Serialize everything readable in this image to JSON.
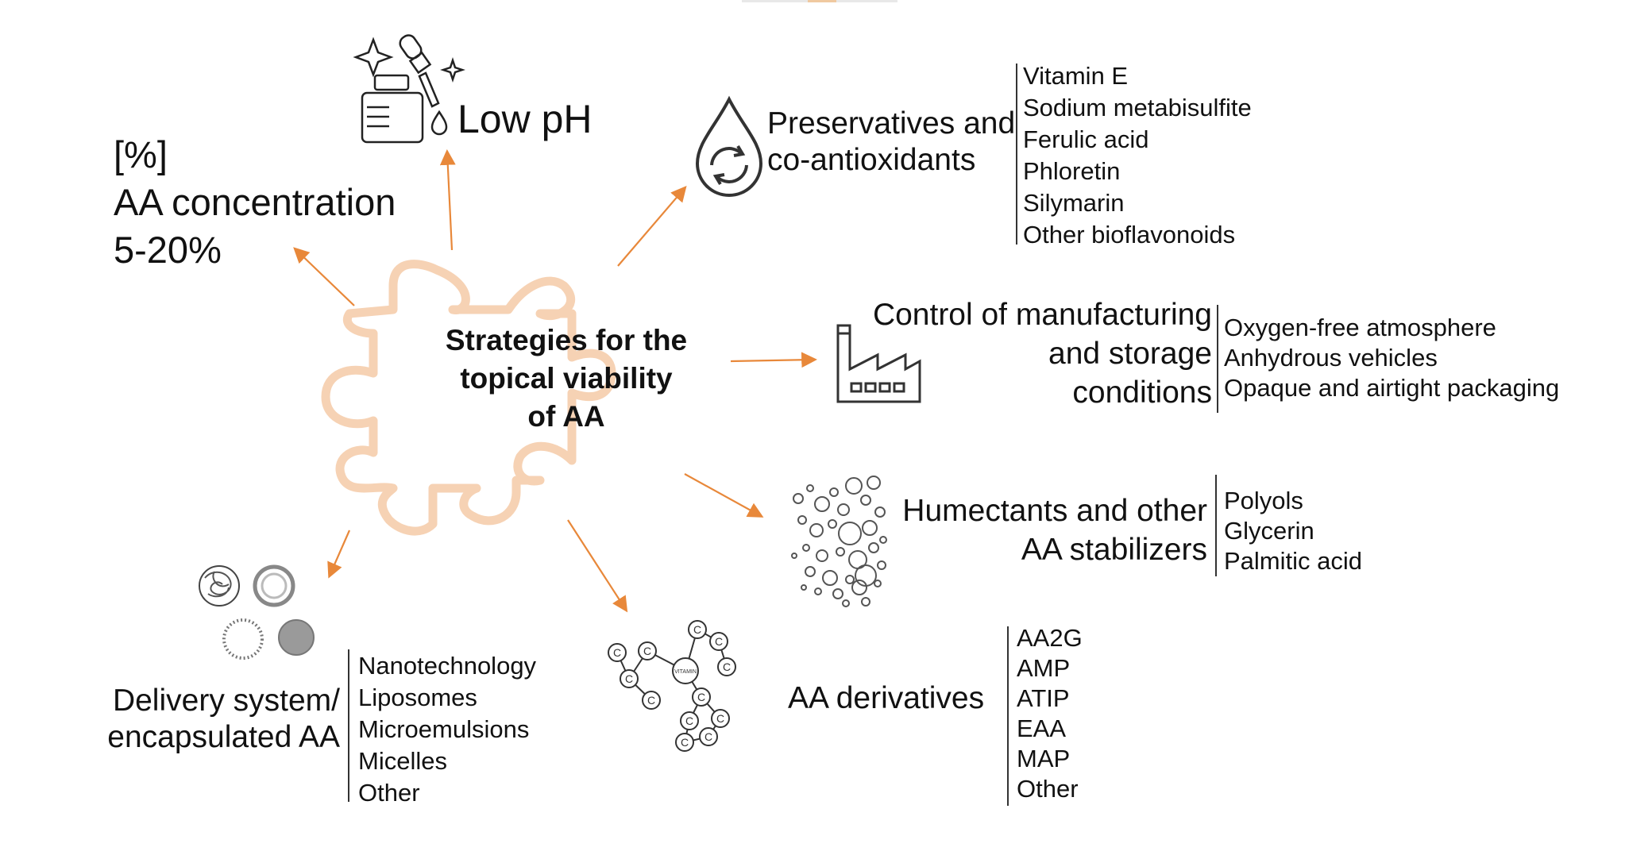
{
  "colors": {
    "arrow": "#e8883a",
    "puzzle": "#f6d2b4",
    "text": "#111111",
    "icon": "#333333"
  },
  "center": {
    "line1": "Strategies for the",
    "line2": "topical viability",
    "line3": "of AA"
  },
  "concentration": {
    "line1": "[%]",
    "line2": "AA concentration",
    "line3": "5-20%"
  },
  "low_ph": {
    "label": "Low pH",
    "icon": "dropper-bottle-icon"
  },
  "preservatives": {
    "line1": "Preservatives and",
    "line2": "co-antioxidants",
    "icon": "drop-recycle-icon",
    "items": [
      "Vitamin E",
      "Sodium metabisulfite",
      "Ferulic acid",
      "Phloretin",
      "Silymarin",
      "Other bioflavonoids"
    ]
  },
  "manufacturing": {
    "line1": "Control of manufacturing",
    "line2": "and storage",
    "line3": "conditions",
    "icon": "factory-icon",
    "items": [
      "Oxygen-free atmosphere",
      "Anhydrous vehicles",
      "Opaque and airtight packaging"
    ]
  },
  "humectants": {
    "line1": "Humectants and other",
    "line2": "AA stabilizers",
    "icon": "bubbles-icon",
    "items": [
      "Polyols",
      "Glycerin",
      "Palmitic acid"
    ]
  },
  "derivatives": {
    "label": "AA derivatives",
    "icon": "vitamin-molecule-icon",
    "node_letter": "C",
    "hub_label": "VITAMIN",
    "items": [
      "AA2G",
      "AMP",
      "ATIP",
      "EAA",
      "MAP",
      "Other"
    ]
  },
  "delivery": {
    "line1": "Delivery system/",
    "line2": "encapsulated AA",
    "icon": "nanoparticles-icon",
    "items": [
      "Nanotechnology",
      "Liposomes",
      "Microemulsions",
      "Micelles",
      "Other"
    ]
  }
}
